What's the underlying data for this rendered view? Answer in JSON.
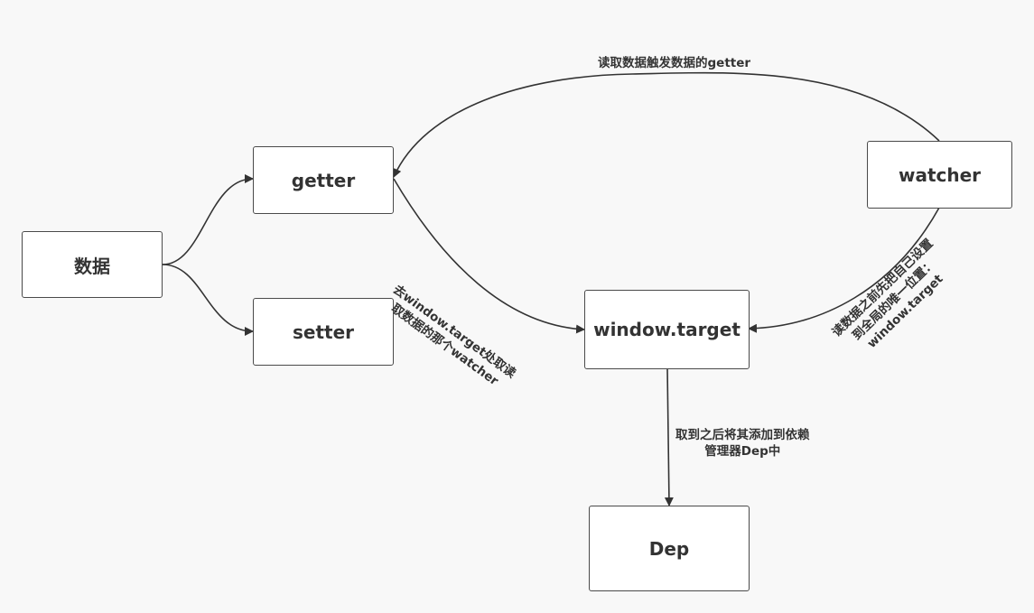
{
  "nodes": {
    "data": "数据",
    "getter": "getter",
    "setter": "setter",
    "watcher": "watcher",
    "window_target": "window.target",
    "dep": "Dep"
  },
  "edge_labels": {
    "watcher_to_getter": "读取数据触发数据的getter",
    "getter_to_target_line1": "去window.target处取读",
    "getter_to_target_line2": "取数据的那个watcher",
    "watcher_to_target_line1": "读数据之前先把自己设置",
    "watcher_to_target_line2": "到全局的唯一位置：",
    "watcher_to_target_line3": "window.target",
    "target_to_dep_line1": "取到之后将其添加到依赖",
    "target_to_dep_line2": "管理器Dep中"
  },
  "colors": {
    "background": "#f8f8f8",
    "node_border": "#4a4a4a",
    "edge": "#333333"
  }
}
